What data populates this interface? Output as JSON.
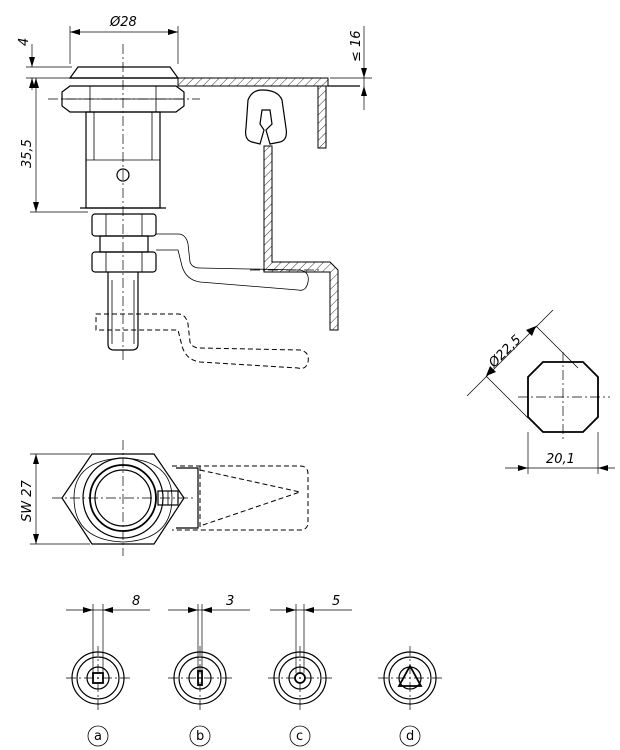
{
  "dimensions": {
    "top_thickness": "4",
    "head_diameter": "Ø28",
    "max_panel": "≤ 16",
    "body_length": "35,5",
    "cutout_diameter": "Ø22,5",
    "cutout_width": "20,1",
    "wrench_size": "SW 27",
    "insert_a_width": "8",
    "insert_b_width": "3",
    "insert_c_width": "5"
  },
  "insert_labels": [
    "a",
    "b",
    "c",
    "d"
  ]
}
